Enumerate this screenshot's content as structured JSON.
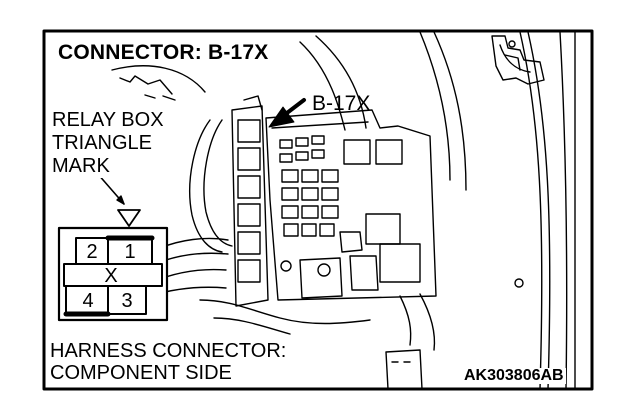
{
  "title": "CONNECTOR: B-17X",
  "callout_label": "B-17X",
  "relay_box_label": [
    "RELAY BOX",
    "TRIANGLE",
    "MARK"
  ],
  "connector": {
    "pins": [
      "2",
      "1",
      "X",
      "4",
      "3"
    ]
  },
  "harness_label": [
    "HARNESS CONNECTOR:",
    "COMPONENT SIDE"
  ],
  "figure_code": "AK303806AB"
}
